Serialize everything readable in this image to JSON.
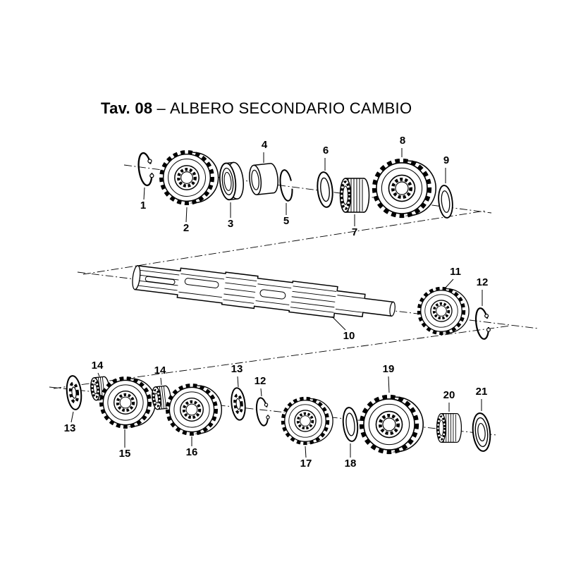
{
  "title": {
    "tav": "Tav. 08",
    "sep": "–",
    "name": "ALBERO SECONDARIO CAMBIO"
  },
  "diagram": {
    "callouts": [
      {
        "label": "1",
        "part": "circlip"
      },
      {
        "label": "2",
        "part": "gear"
      },
      {
        "label": "3",
        "part": "spacer-bushing"
      },
      {
        "label": "4",
        "part": "bushing"
      },
      {
        "label": "5",
        "part": "snap-ring"
      },
      {
        "label": "6",
        "part": "washer"
      },
      {
        "label": "7",
        "part": "needle-bearing"
      },
      {
        "label": "8",
        "part": "gear"
      },
      {
        "label": "9",
        "part": "washer"
      },
      {
        "label": "10",
        "part": "secondary-shaft"
      },
      {
        "label": "11",
        "part": "gear"
      },
      {
        "label": "12",
        "part": "circlip"
      },
      {
        "label": "13",
        "part": "tab-washer"
      },
      {
        "label": "14",
        "part": "splined-bushing"
      },
      {
        "label": "15",
        "part": "gear"
      },
      {
        "label": "14",
        "part": "splined-bushing"
      },
      {
        "label": "16",
        "part": "gear"
      },
      {
        "label": "13",
        "part": "tab-washer"
      },
      {
        "label": "12",
        "part": "circlip"
      },
      {
        "label": "17",
        "part": "gear"
      },
      {
        "label": "18",
        "part": "washer"
      },
      {
        "label": "19",
        "part": "gear"
      },
      {
        "label": "20",
        "part": "needle-bearing"
      },
      {
        "label": "21",
        "part": "washer"
      }
    ]
  }
}
